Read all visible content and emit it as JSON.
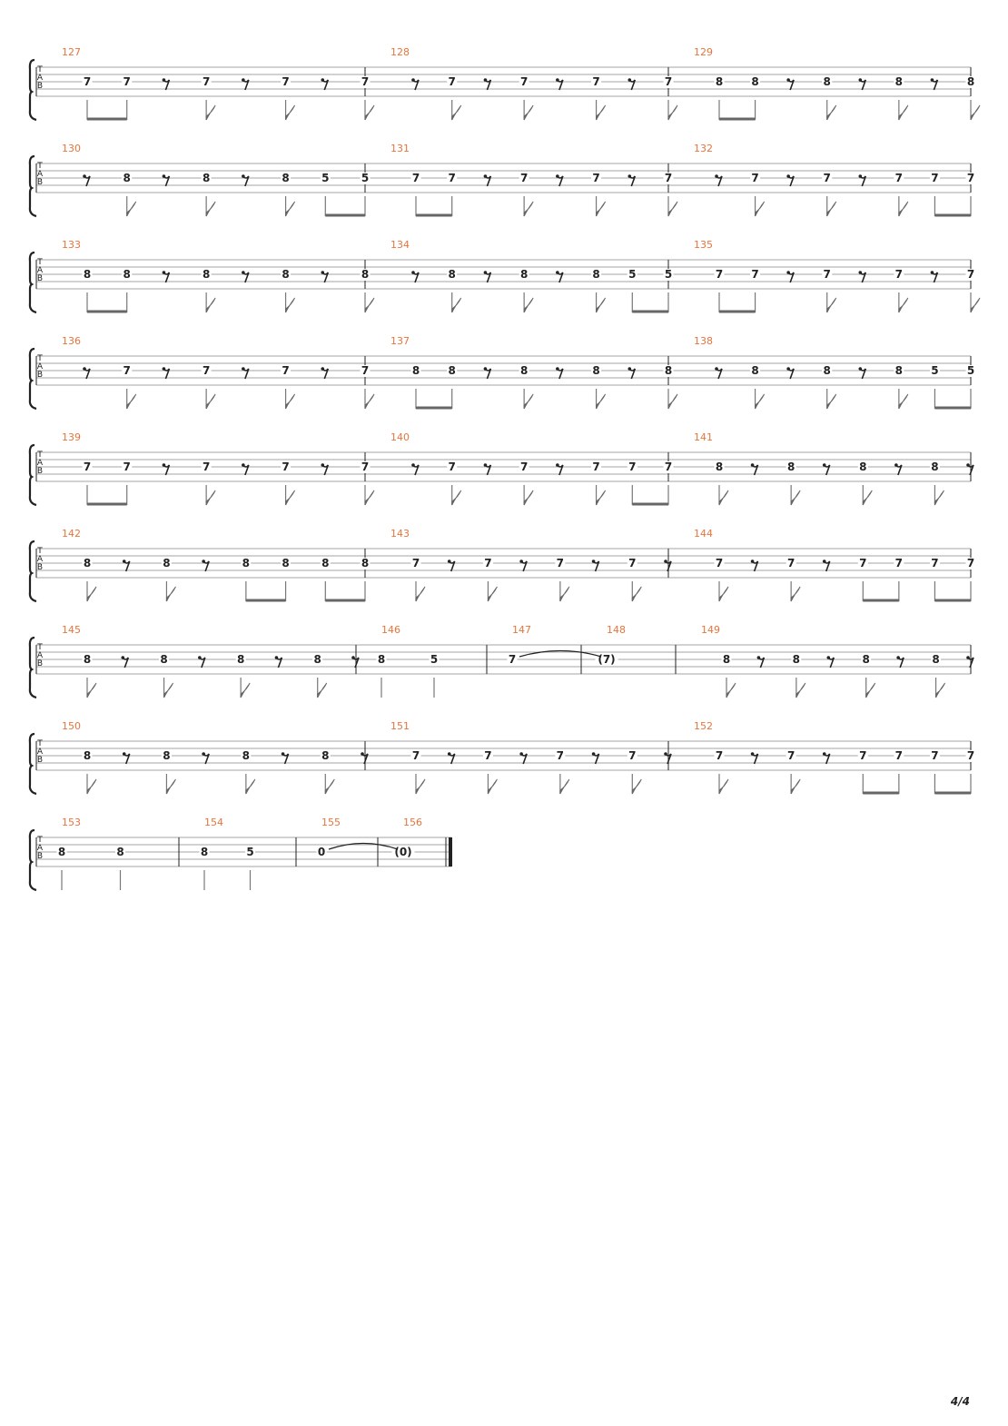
{
  "page": {
    "number": "4/4"
  },
  "clef": [
    "T",
    "A",
    "B"
  ],
  "colors": {
    "measure_number": "#e8743b",
    "ink": "#222222",
    "line": "#888888",
    "stem": "#777777"
  },
  "systems": [
    {
      "measures": [
        {
          "number": "127",
          "notes": [
            "7",
            "7",
            "r",
            "7",
            "r",
            "7",
            "r",
            "7"
          ],
          "pattern": "bf"
        },
        {
          "number": "128",
          "notes": [
            "r",
            "7",
            "r",
            "7",
            "r",
            "7",
            "r",
            "7"
          ],
          "pattern": "f"
        },
        {
          "number": "129",
          "notes": [
            "8",
            "8",
            "r",
            "8",
            "r",
            "8",
            "r",
            "8"
          ],
          "pattern": "bf"
        }
      ]
    },
    {
      "measures": [
        {
          "number": "130",
          "notes": [
            "r",
            "8",
            "r",
            "8",
            "r",
            "8",
            "5",
            "5"
          ],
          "pattern": "fb"
        },
        {
          "number": "131",
          "notes": [
            "7",
            "7",
            "r",
            "7",
            "r",
            "7",
            "r",
            "7"
          ],
          "pattern": "bf"
        },
        {
          "number": "132",
          "notes": [
            "r",
            "7",
            "r",
            "7",
            "r",
            "7",
            "7",
            "7"
          ],
          "pattern": "fb"
        }
      ]
    },
    {
      "measures": [
        {
          "number": "133",
          "notes": [
            "8",
            "8",
            "r",
            "8",
            "r",
            "8",
            "r",
            "8"
          ],
          "pattern": "bf"
        },
        {
          "number": "134",
          "notes": [
            "r",
            "8",
            "r",
            "8",
            "r",
            "8",
            "5",
            "5"
          ],
          "pattern": "fb"
        },
        {
          "number": "135",
          "notes": [
            "7",
            "7",
            "r",
            "7",
            "r",
            "7",
            "r",
            "7"
          ],
          "pattern": "bf"
        }
      ]
    },
    {
      "measures": [
        {
          "number": "136",
          "notes": [
            "r",
            "7",
            "r",
            "7",
            "r",
            "7",
            "r",
            "7"
          ],
          "pattern": "f"
        },
        {
          "number": "137",
          "notes": [
            "8",
            "8",
            "r",
            "8",
            "r",
            "8",
            "r",
            "8"
          ],
          "pattern": "bf"
        },
        {
          "number": "138",
          "notes": [
            "r",
            "8",
            "r",
            "8",
            "r",
            "8",
            "5",
            "5"
          ],
          "pattern": "fb"
        }
      ]
    },
    {
      "measures": [
        {
          "number": "139",
          "notes": [
            "7",
            "7",
            "r",
            "7",
            "r",
            "7",
            "r",
            "7"
          ],
          "pattern": "bf"
        },
        {
          "number": "140",
          "notes": [
            "r",
            "7",
            "r",
            "7",
            "r",
            "7",
            "7",
            "7"
          ],
          "pattern": "fb"
        },
        {
          "number": "141",
          "notes": [
            "8",
            "r",
            "8",
            "r",
            "8",
            "r",
            "8",
            "r"
          ],
          "pattern": "f"
        }
      ]
    },
    {
      "measures": [
        {
          "number": "142",
          "notes": [
            "8",
            "r",
            "8",
            "r",
            "8",
            "8",
            "8",
            "8"
          ],
          "pattern": "fbb"
        },
        {
          "number": "143",
          "notes": [
            "7",
            "r",
            "7",
            "r",
            "7",
            "r",
            "7",
            "r"
          ],
          "pattern": "f"
        },
        {
          "number": "144",
          "notes": [
            "7",
            "r",
            "7",
            "r",
            "7",
            "7",
            "7",
            "7"
          ],
          "pattern": "fbb"
        }
      ]
    },
    {
      "measures": [
        {
          "number": "145",
          "notes": [
            "8",
            "r",
            "8",
            "r",
            "8",
            "r",
            "8",
            "r"
          ],
          "pattern": "f"
        },
        {
          "number": "146",
          "notes": [
            "8",
            "5"
          ],
          "pattern": "q"
        },
        {
          "number": "147",
          "notes": [
            "7"
          ],
          "pattern": "w"
        },
        {
          "number": "148",
          "notes": [
            "(7)"
          ],
          "pattern": "w"
        },
        {
          "number": "149",
          "notes": [
            "8",
            "r",
            "8",
            "r",
            "8",
            "r",
            "8",
            "r"
          ],
          "pattern": "f"
        }
      ]
    },
    {
      "measures": [
        {
          "number": "150",
          "notes": [
            "8",
            "r",
            "8",
            "r",
            "8",
            "r",
            "8",
            "r"
          ],
          "pattern": "f"
        },
        {
          "number": "151",
          "notes": [
            "7",
            "r",
            "7",
            "r",
            "7",
            "r",
            "7",
            "r"
          ],
          "pattern": "f"
        },
        {
          "number": "152",
          "notes": [
            "7",
            "r",
            "7",
            "r",
            "7",
            "7",
            "7",
            "7"
          ],
          "pattern": "fbb"
        }
      ]
    },
    {
      "measures": [
        {
          "number": "153",
          "notes": [
            "8",
            "8"
          ],
          "pattern": "q"
        },
        {
          "number": "154",
          "notes": [
            "8",
            "5"
          ],
          "pattern": "q"
        },
        {
          "number": "155",
          "notes": [
            "0"
          ],
          "pattern": "w"
        },
        {
          "number": "156",
          "notes": [
            "(0)"
          ],
          "pattern": "w"
        }
      ]
    }
  ]
}
